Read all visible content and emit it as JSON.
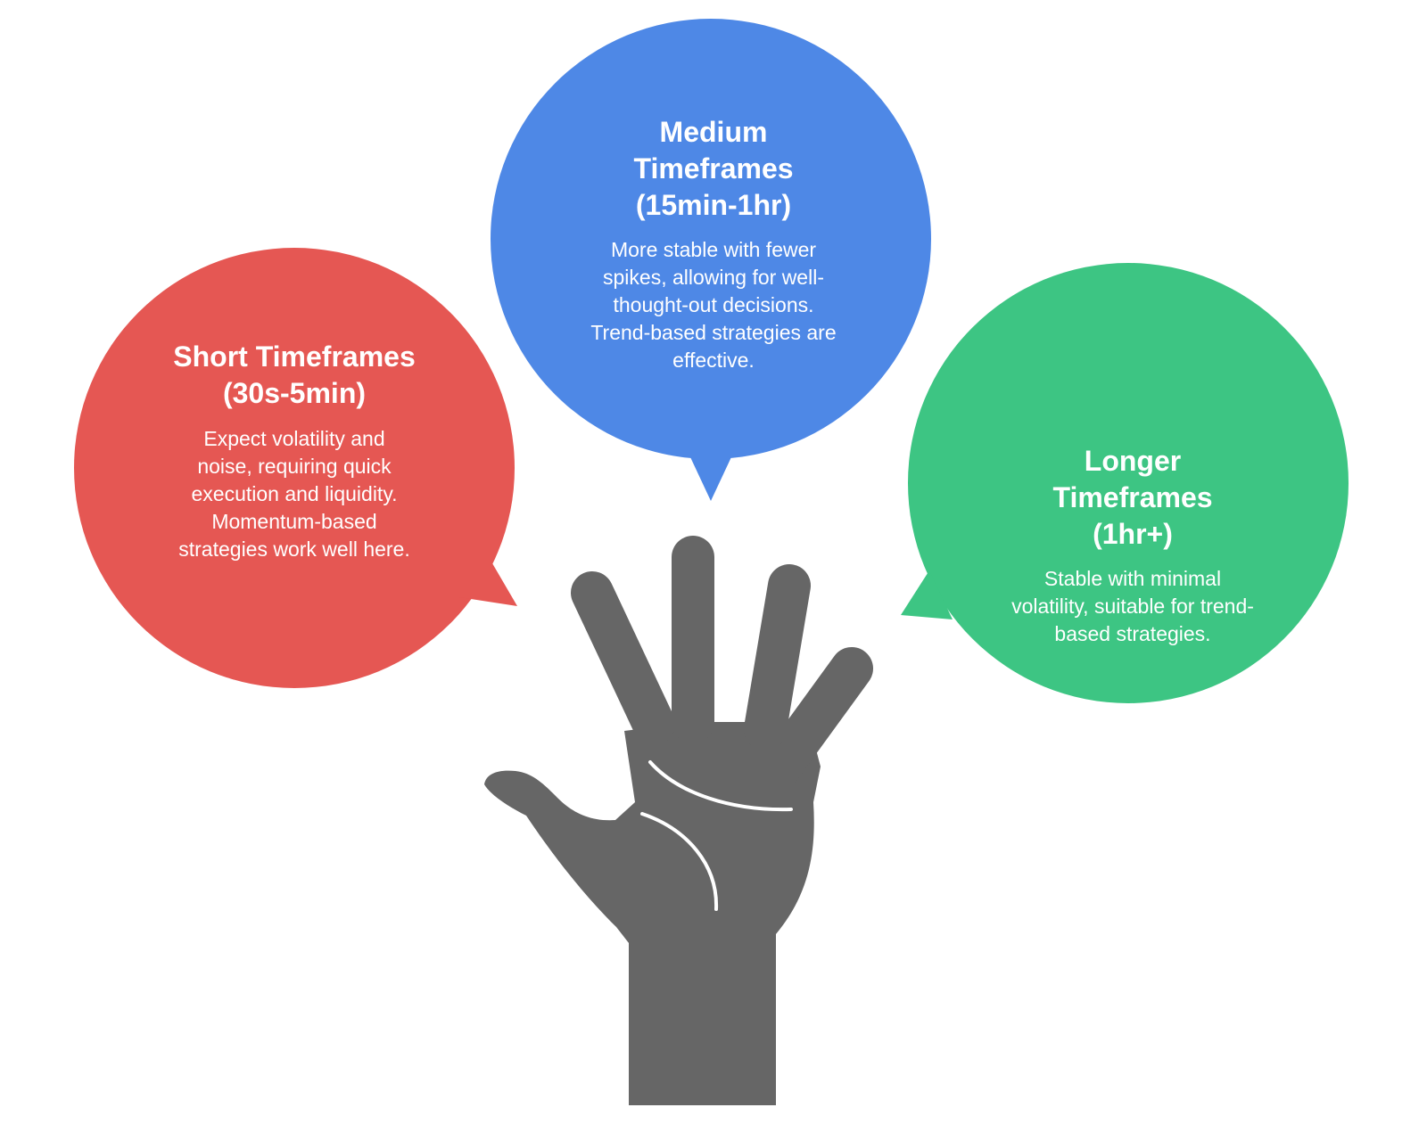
{
  "colors": {
    "short": "#e55753",
    "medium": "#4e88e6",
    "long": "#3dc583",
    "hand": "#666666",
    "palm_lines": "#ffffff"
  },
  "bubbles": {
    "short": {
      "title": "Short Timeframes (30s-5min)",
      "description": "Expect volatility and noise, requiring quick execution and liquidity. Momentum-based strategies work well here."
    },
    "medium": {
      "title": "Medium Timeframes (15min-1hr)",
      "description": "More stable with fewer spikes, allowing for well-thought-out decisions. Trend-based strategies are effective."
    },
    "long": {
      "title": "Longer Timeframes (1hr+)",
      "description": "Stable with minimal volatility, suitable for trend-based strategies."
    }
  },
  "icons": {
    "hand": "raised-hand-icon"
  }
}
